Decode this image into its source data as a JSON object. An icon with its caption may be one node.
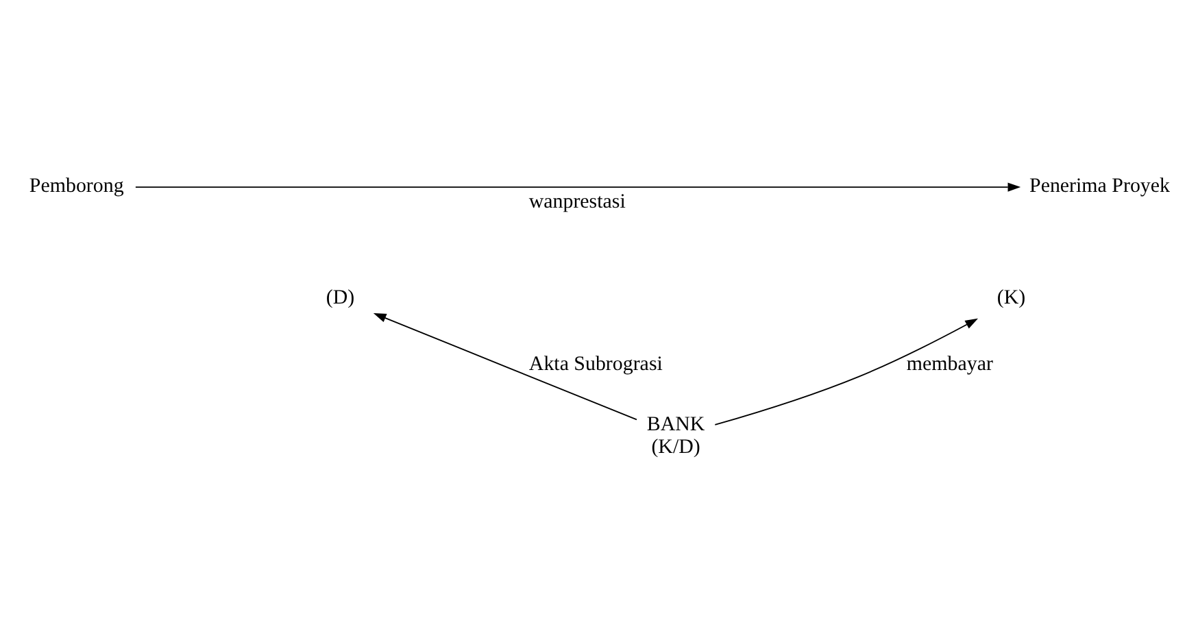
{
  "diagram": {
    "nodes": [
      {
        "text": [
          "Pemborong"
        ]
      },
      {
        "text": [
          "Penerima Proyek"
        ]
      },
      {
        "text": [
          "(D)"
        ]
      },
      {
        "text": [
          "(K)"
        ]
      },
      {
        "text": [
          "BANK",
          "(K/D)"
        ]
      }
    ],
    "edges": [
      {
        "from": 0,
        "to": 1,
        "arrow": "to",
        "label": "wanprestasi"
      },
      {
        "from": 4,
        "to": 2,
        "arrow": "to",
        "label": "Akta Subrograsi"
      },
      {
        "from": 4,
        "to": 3,
        "arrow": "to",
        "label": "membayar"
      }
    ]
  }
}
